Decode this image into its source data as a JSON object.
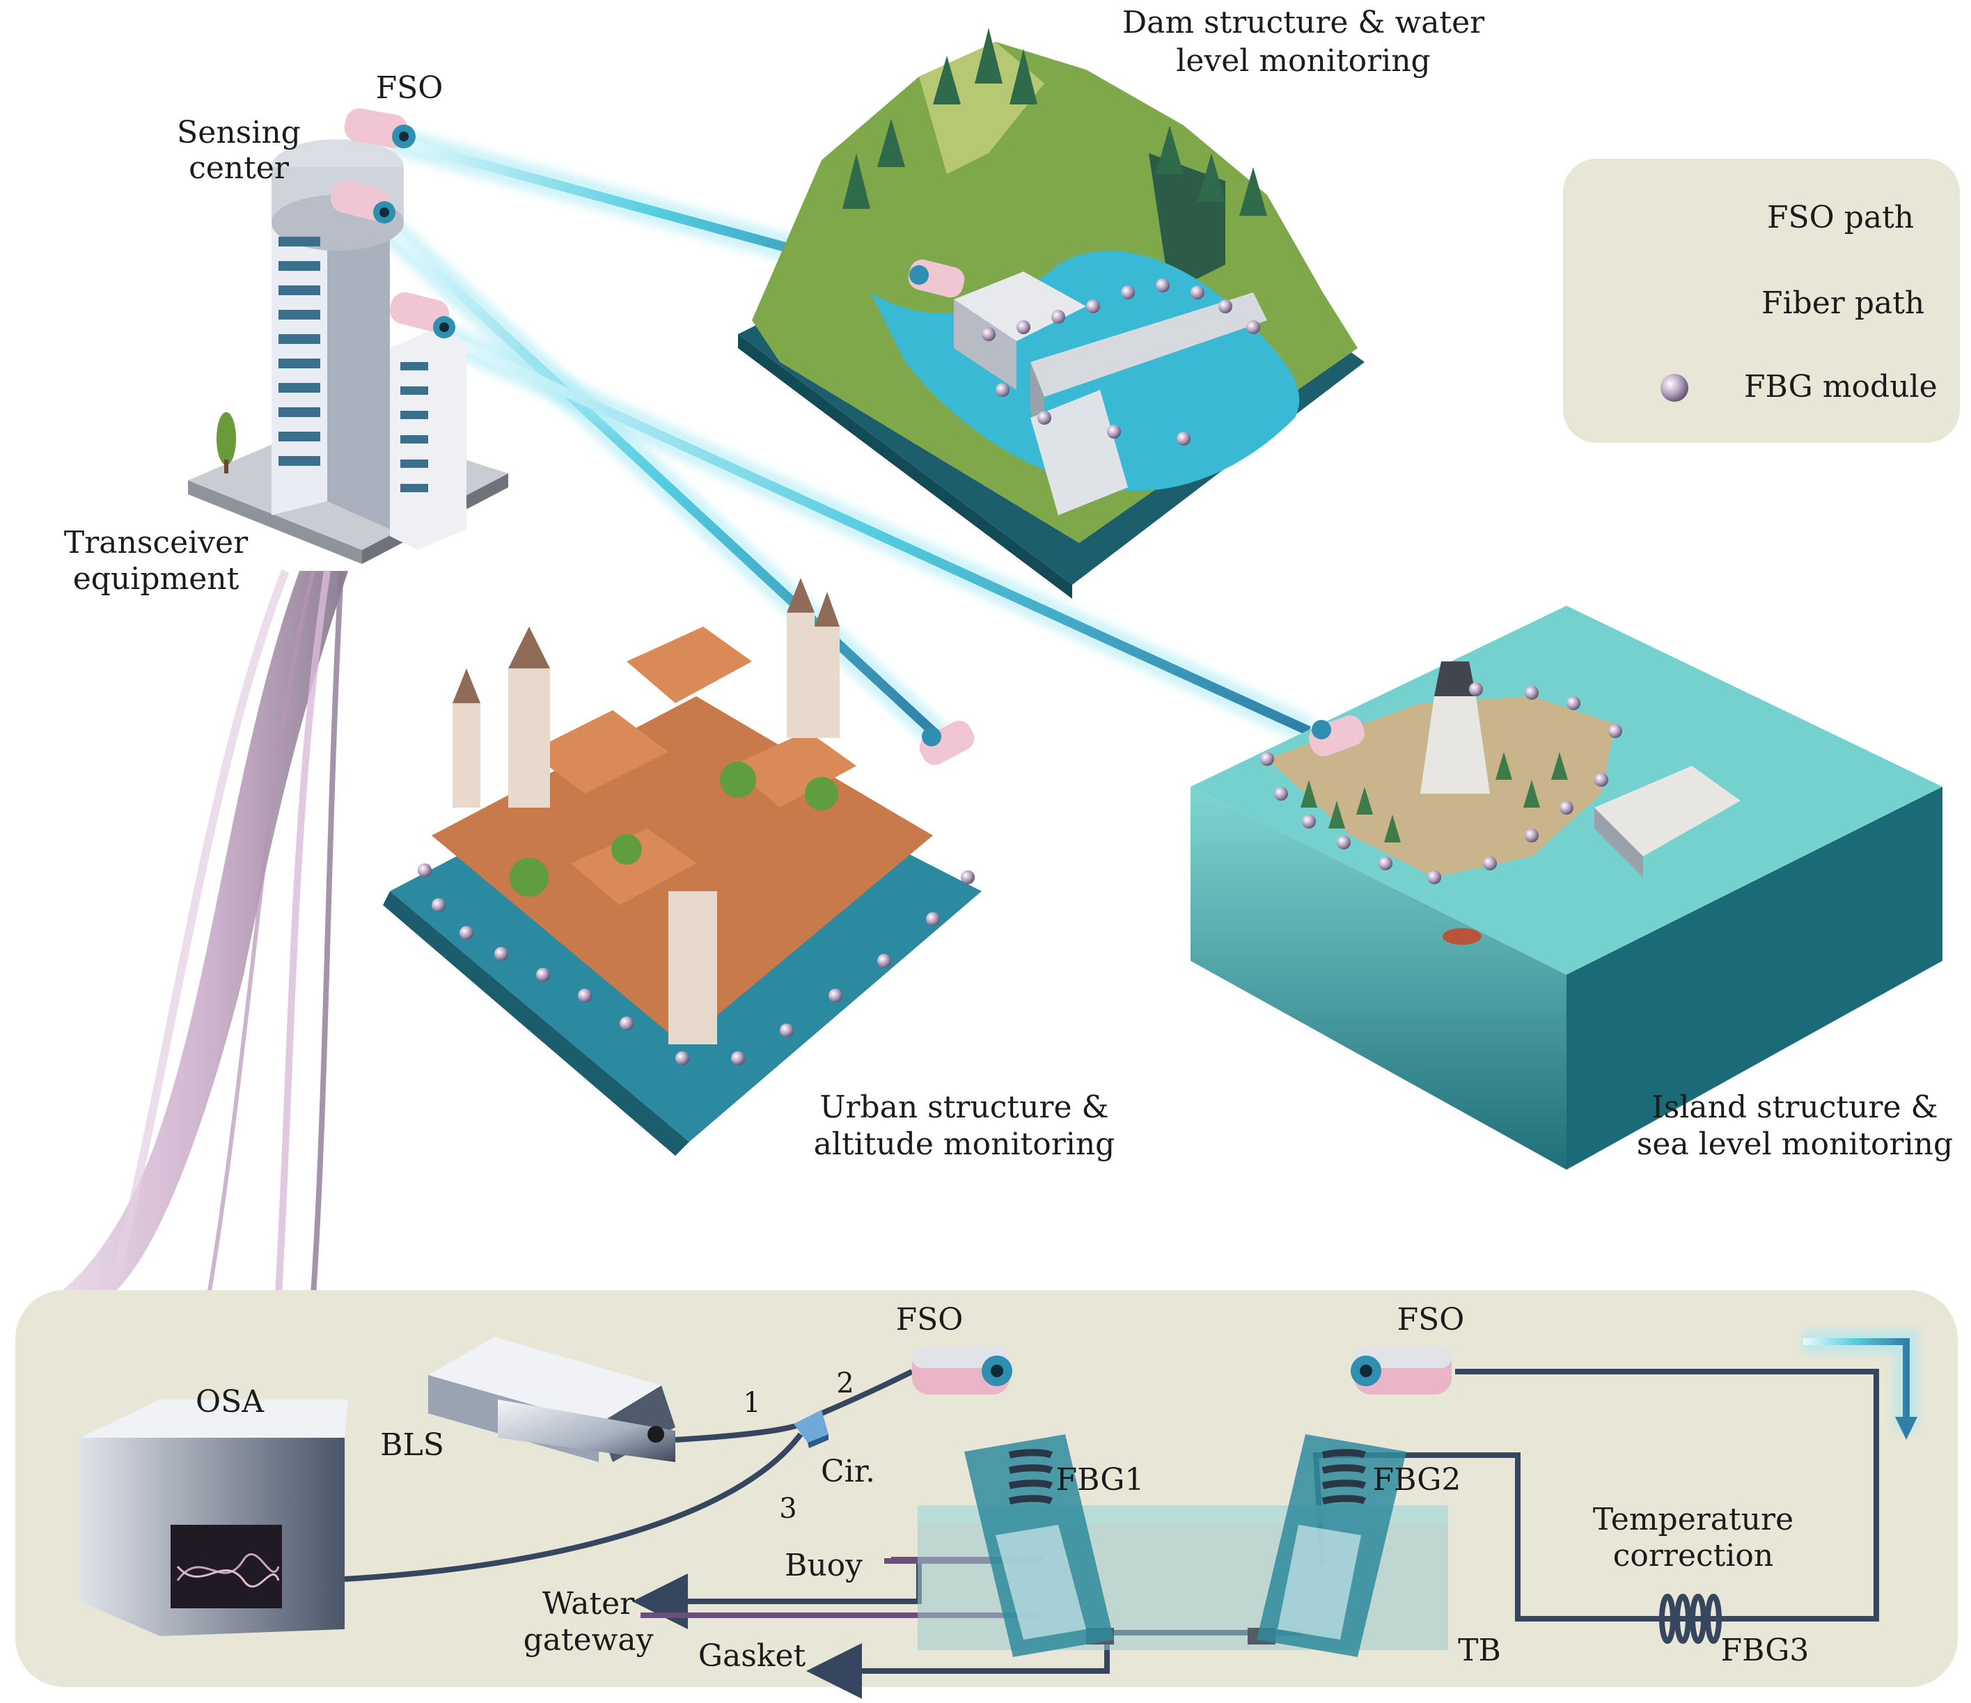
{
  "top": {
    "fso": "FSO",
    "sensing_center": [
      "Sensing",
      "center"
    ],
    "transceiver": [
      "Transceiver",
      "equipment"
    ],
    "dam_caption": [
      "Dam structure & water",
      "level monitoring"
    ],
    "urban_caption": [
      "Urban structure &",
      "altitude monitoring"
    ],
    "island_caption": [
      "Island structure &",
      "sea level monitoring"
    ]
  },
  "legend": {
    "fso_path": "FSO path",
    "fiber_path": "Fiber path",
    "fbg_module": "FBG module"
  },
  "setup": {
    "osa": "OSA",
    "bls": "BLS",
    "port1": "1",
    "port2": "2",
    "port3": "3",
    "circulator": "Cir.",
    "fso_left": "FSO",
    "fso_right": "FSO",
    "fbg1": "FBG1",
    "fbg2": "FBG2",
    "fbg3": "FBG3",
    "buoy": "Buoy",
    "water_gateway": [
      "Water",
      "gateway"
    ],
    "gasket": "Gasket",
    "tb": "TB",
    "temp_correction": [
      "Temperature",
      "correction"
    ]
  },
  "colors": {
    "panel": "#e8e6d6",
    "fiber": "#36465f",
    "fso_beam": "#3fc6dc",
    "fbg_bead": "#bca9c8"
  }
}
